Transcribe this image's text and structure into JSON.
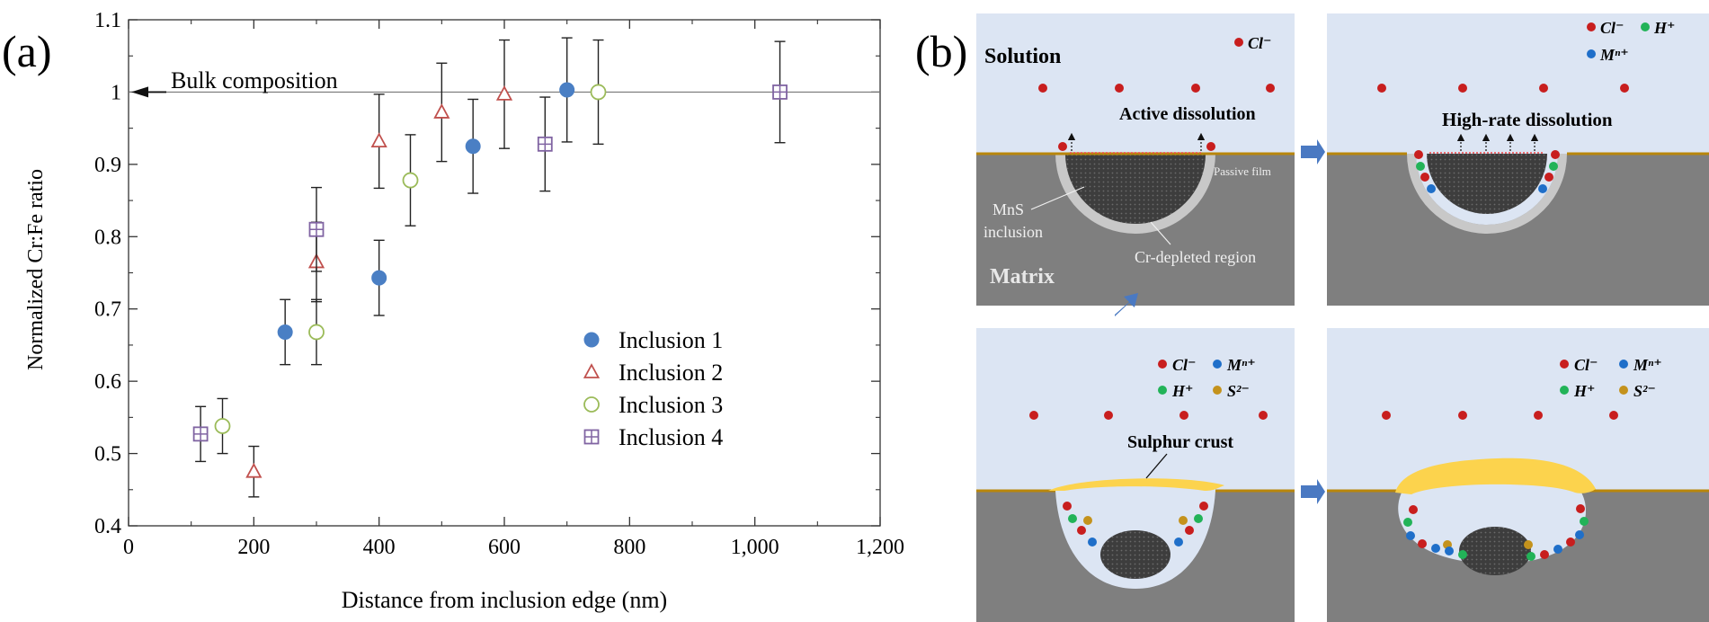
{
  "panel_a": {
    "label": "(a)",
    "annotation": "Bulk composition"
  },
  "panel_b": {
    "label": "(b)",
    "top_left": {
      "solution": "Solution",
      "matrix": "Matrix",
      "ion_cl": "Cl⁻",
      "active": "Active dissolution",
      "passive": "Passive film",
      "mns": "MnS inclusion",
      "cr": "Cr-depleted region"
    },
    "top_right": {
      "high": "High-rate dissolution",
      "legend": [
        "Cl⁻",
        "H⁺",
        "Mⁿ⁺"
      ]
    },
    "bottom_left": {
      "sulphur": "Sulphur crust",
      "legend": [
        "Cl⁻",
        "Mⁿ⁺",
        "H⁺",
        "S²⁻"
      ]
    },
    "bottom_right": {
      "legend": [
        "Cl⁻",
        "Mⁿ⁺",
        "H⁺",
        "S²⁻"
      ]
    },
    "colors": {
      "solution": "#dce5f3",
      "matrix": "#7f7f7f",
      "inclusion": "#3a3a3a",
      "depleted": "#c8c8c8",
      "film": "#b8860b",
      "crust": "#fcd34d",
      "arrow": "#4a79c2",
      "cl": "#c81e1e",
      "h": "#22b358",
      "m": "#1f6fc9",
      "s": "#c4921c"
    }
  },
  "chart_data": {
    "type": "scatter",
    "xlabel": "Distance from inclusion edge (nm)",
    "ylabel": "Normalized Cr:Fe ratio",
    "xlim": [
      0,
      1200
    ],
    "ylim": [
      0.4,
      1.1
    ],
    "xticks": [
      0,
      200,
      400,
      600,
      800,
      1000,
      1200
    ],
    "xtick_labels": [
      "0",
      "200",
      "400",
      "600",
      "800",
      "1,000",
      "1,200"
    ],
    "yticks": [
      0.4,
      0.5,
      0.6,
      0.7,
      0.8,
      0.9,
      1.0,
      1.1
    ],
    "ytick_labels": [
      "0.4",
      "0.5",
      "0.6",
      "0.7",
      "0.8",
      "0.9",
      "1",
      "1.1"
    ],
    "reference_line": 1.0,
    "legend_position": "right",
    "series": [
      {
        "name": "Inclusion 1",
        "marker": "filled-circle",
        "color": "#4a7fc4",
        "points": [
          {
            "x": 250,
            "y": 0.668,
            "err": 0.045
          },
          {
            "x": 400,
            "y": 0.743,
            "err": 0.052
          },
          {
            "x": 550,
            "y": 0.925,
            "err": 0.065
          },
          {
            "x": 700,
            "y": 1.003,
            "err": 0.072
          }
        ]
      },
      {
        "name": "Inclusion 2",
        "marker": "open-triangle",
        "color": "#c0504d",
        "points": [
          {
            "x": 200,
            "y": 0.475,
            "err": 0.035
          },
          {
            "x": 300,
            "y": 0.765,
            "err": 0.055
          },
          {
            "x": 400,
            "y": 0.932,
            "err": 0.065
          },
          {
            "x": 500,
            "y": 0.972,
            "err": 0.068
          },
          {
            "x": 600,
            "y": 0.997,
            "err": 0.075
          }
        ]
      },
      {
        "name": "Inclusion 3",
        "marker": "open-circle",
        "color": "#9bbb59",
        "points": [
          {
            "x": 150,
            "y": 0.538,
            "err": 0.038
          },
          {
            "x": 300,
            "y": 0.668,
            "err": 0.045
          },
          {
            "x": 450,
            "y": 0.878,
            "err": 0.063
          },
          {
            "x": 750,
            "y": 1.0,
            "err": 0.072
          }
        ]
      },
      {
        "name": "Inclusion 4",
        "marker": "open-square-cross",
        "color": "#8064a2",
        "points": [
          {
            "x": 115,
            "y": 0.527,
            "err": 0.038
          },
          {
            "x": 300,
            "y": 0.81,
            "err": 0.058
          },
          {
            "x": 665,
            "y": 0.928,
            "err": 0.065
          },
          {
            "x": 1040,
            "y": 1.0,
            "err": 0.07
          }
        ]
      }
    ]
  }
}
